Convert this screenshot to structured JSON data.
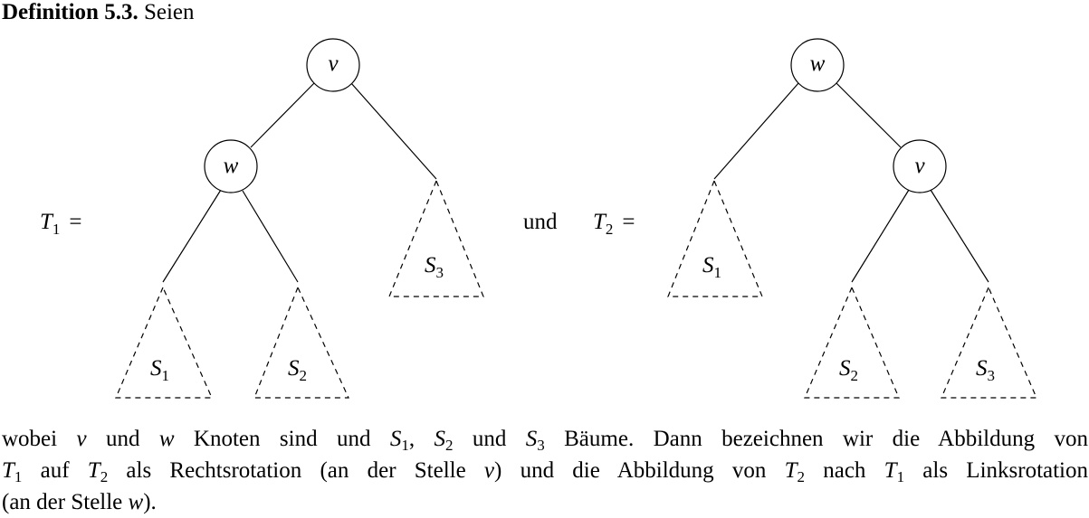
{
  "heading": {
    "label": "Definition 5.3.",
    "text": "Seien"
  },
  "figure": {
    "t1_label": "T",
    "t1_sub": "1",
    "equals": "=",
    "connector": "und",
    "t2_label": "T",
    "t2_sub": "2",
    "tree1": {
      "root": "v",
      "inner": "w",
      "subtrees": [
        {
          "name": "S",
          "sub": "1"
        },
        {
          "name": "S",
          "sub": "2"
        },
        {
          "name": "S",
          "sub": "3"
        }
      ]
    },
    "tree2": {
      "root": "w",
      "inner": "v",
      "subtrees": [
        {
          "name": "S",
          "sub": "1"
        },
        {
          "name": "S",
          "sub": "2"
        },
        {
          "name": "S",
          "sub": "3"
        }
      ]
    }
  },
  "paragraph": {
    "line1": {
      "p1": "wobei ",
      "v": "v",
      "p2": " und ",
      "w": "w",
      "p3": " Knoten sind und ",
      "s1": "S",
      "s1sub": "1",
      "p4": ", ",
      "s2": "S",
      "s2sub": "2",
      "p5": " und ",
      "s3": "S",
      "s3sub": "3",
      "p6": " Bäume. Dann bezeichnen wir die Abbildung von"
    },
    "line2": {
      "t1": "T",
      "t1sub": "1",
      "p1": " auf ",
      "t2": "T",
      "t2sub": "2",
      "p2": " als Rechtsrotation (an der Stelle ",
      "v": "v",
      "p3": ") und die Abbildung von ",
      "t2b": "T",
      "t2bsub": "2",
      "p4": " nach ",
      "t1b": "T",
      "t1bsub": "1",
      "p5": " als Linksrotation"
    },
    "line3": {
      "p1": "(an der Stelle ",
      "w": "w",
      "p2": ")."
    }
  }
}
